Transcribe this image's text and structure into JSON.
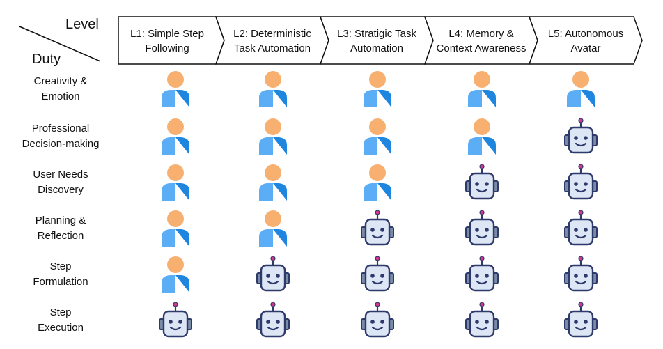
{
  "corner": {
    "level_label": "Level",
    "duty_label": "Duty"
  },
  "levels": [
    {
      "lines": [
        "L1: Simple Step",
        "Following"
      ]
    },
    {
      "lines": [
        "L2: Deterministic",
        "Task Automation"
      ]
    },
    {
      "lines": [
        "L3: Stratigic Task",
        "Automation"
      ]
    },
    {
      "lines": [
        "L4: Memory &",
        "Context Awareness"
      ]
    },
    {
      "lines": [
        "L5: Autonomous",
        "Avatar"
      ]
    }
  ],
  "duties": [
    {
      "lines": [
        "Creativity &",
        "Emotion"
      ],
      "cells": [
        "human",
        "human",
        "human",
        "human",
        "human"
      ]
    },
    {
      "lines": [
        "Professional",
        "Decision-making"
      ],
      "cells": [
        "human",
        "human",
        "human",
        "human",
        "robot"
      ]
    },
    {
      "lines": [
        "User Needs",
        "Discovery"
      ],
      "cells": [
        "human",
        "human",
        "human",
        "robot",
        "robot"
      ]
    },
    {
      "lines": [
        "Planning &",
        "Reflection"
      ],
      "cells": [
        "human",
        "human",
        "robot",
        "robot",
        "robot"
      ]
    },
    {
      "lines": [
        "Step",
        "Formulation"
      ],
      "cells": [
        "human",
        "robot",
        "robot",
        "robot",
        "robot"
      ]
    },
    {
      "lines": [
        "Step",
        "Execution"
      ],
      "cells": [
        "robot",
        "robot",
        "robot",
        "robot",
        "robot"
      ]
    }
  ],
  "icons": {
    "human": "person-icon",
    "robot": "robot-icon"
  },
  "colors": {
    "human_head": "#F8B071",
    "human_body_light": "#5BADF5",
    "human_body_dark": "#1F86E0",
    "robot_face": "#DDE6F4",
    "robot_outline": "#2E3A6B",
    "robot_ears": "#7A8BA6",
    "robot_antenna_tip": "#D6358A"
  }
}
